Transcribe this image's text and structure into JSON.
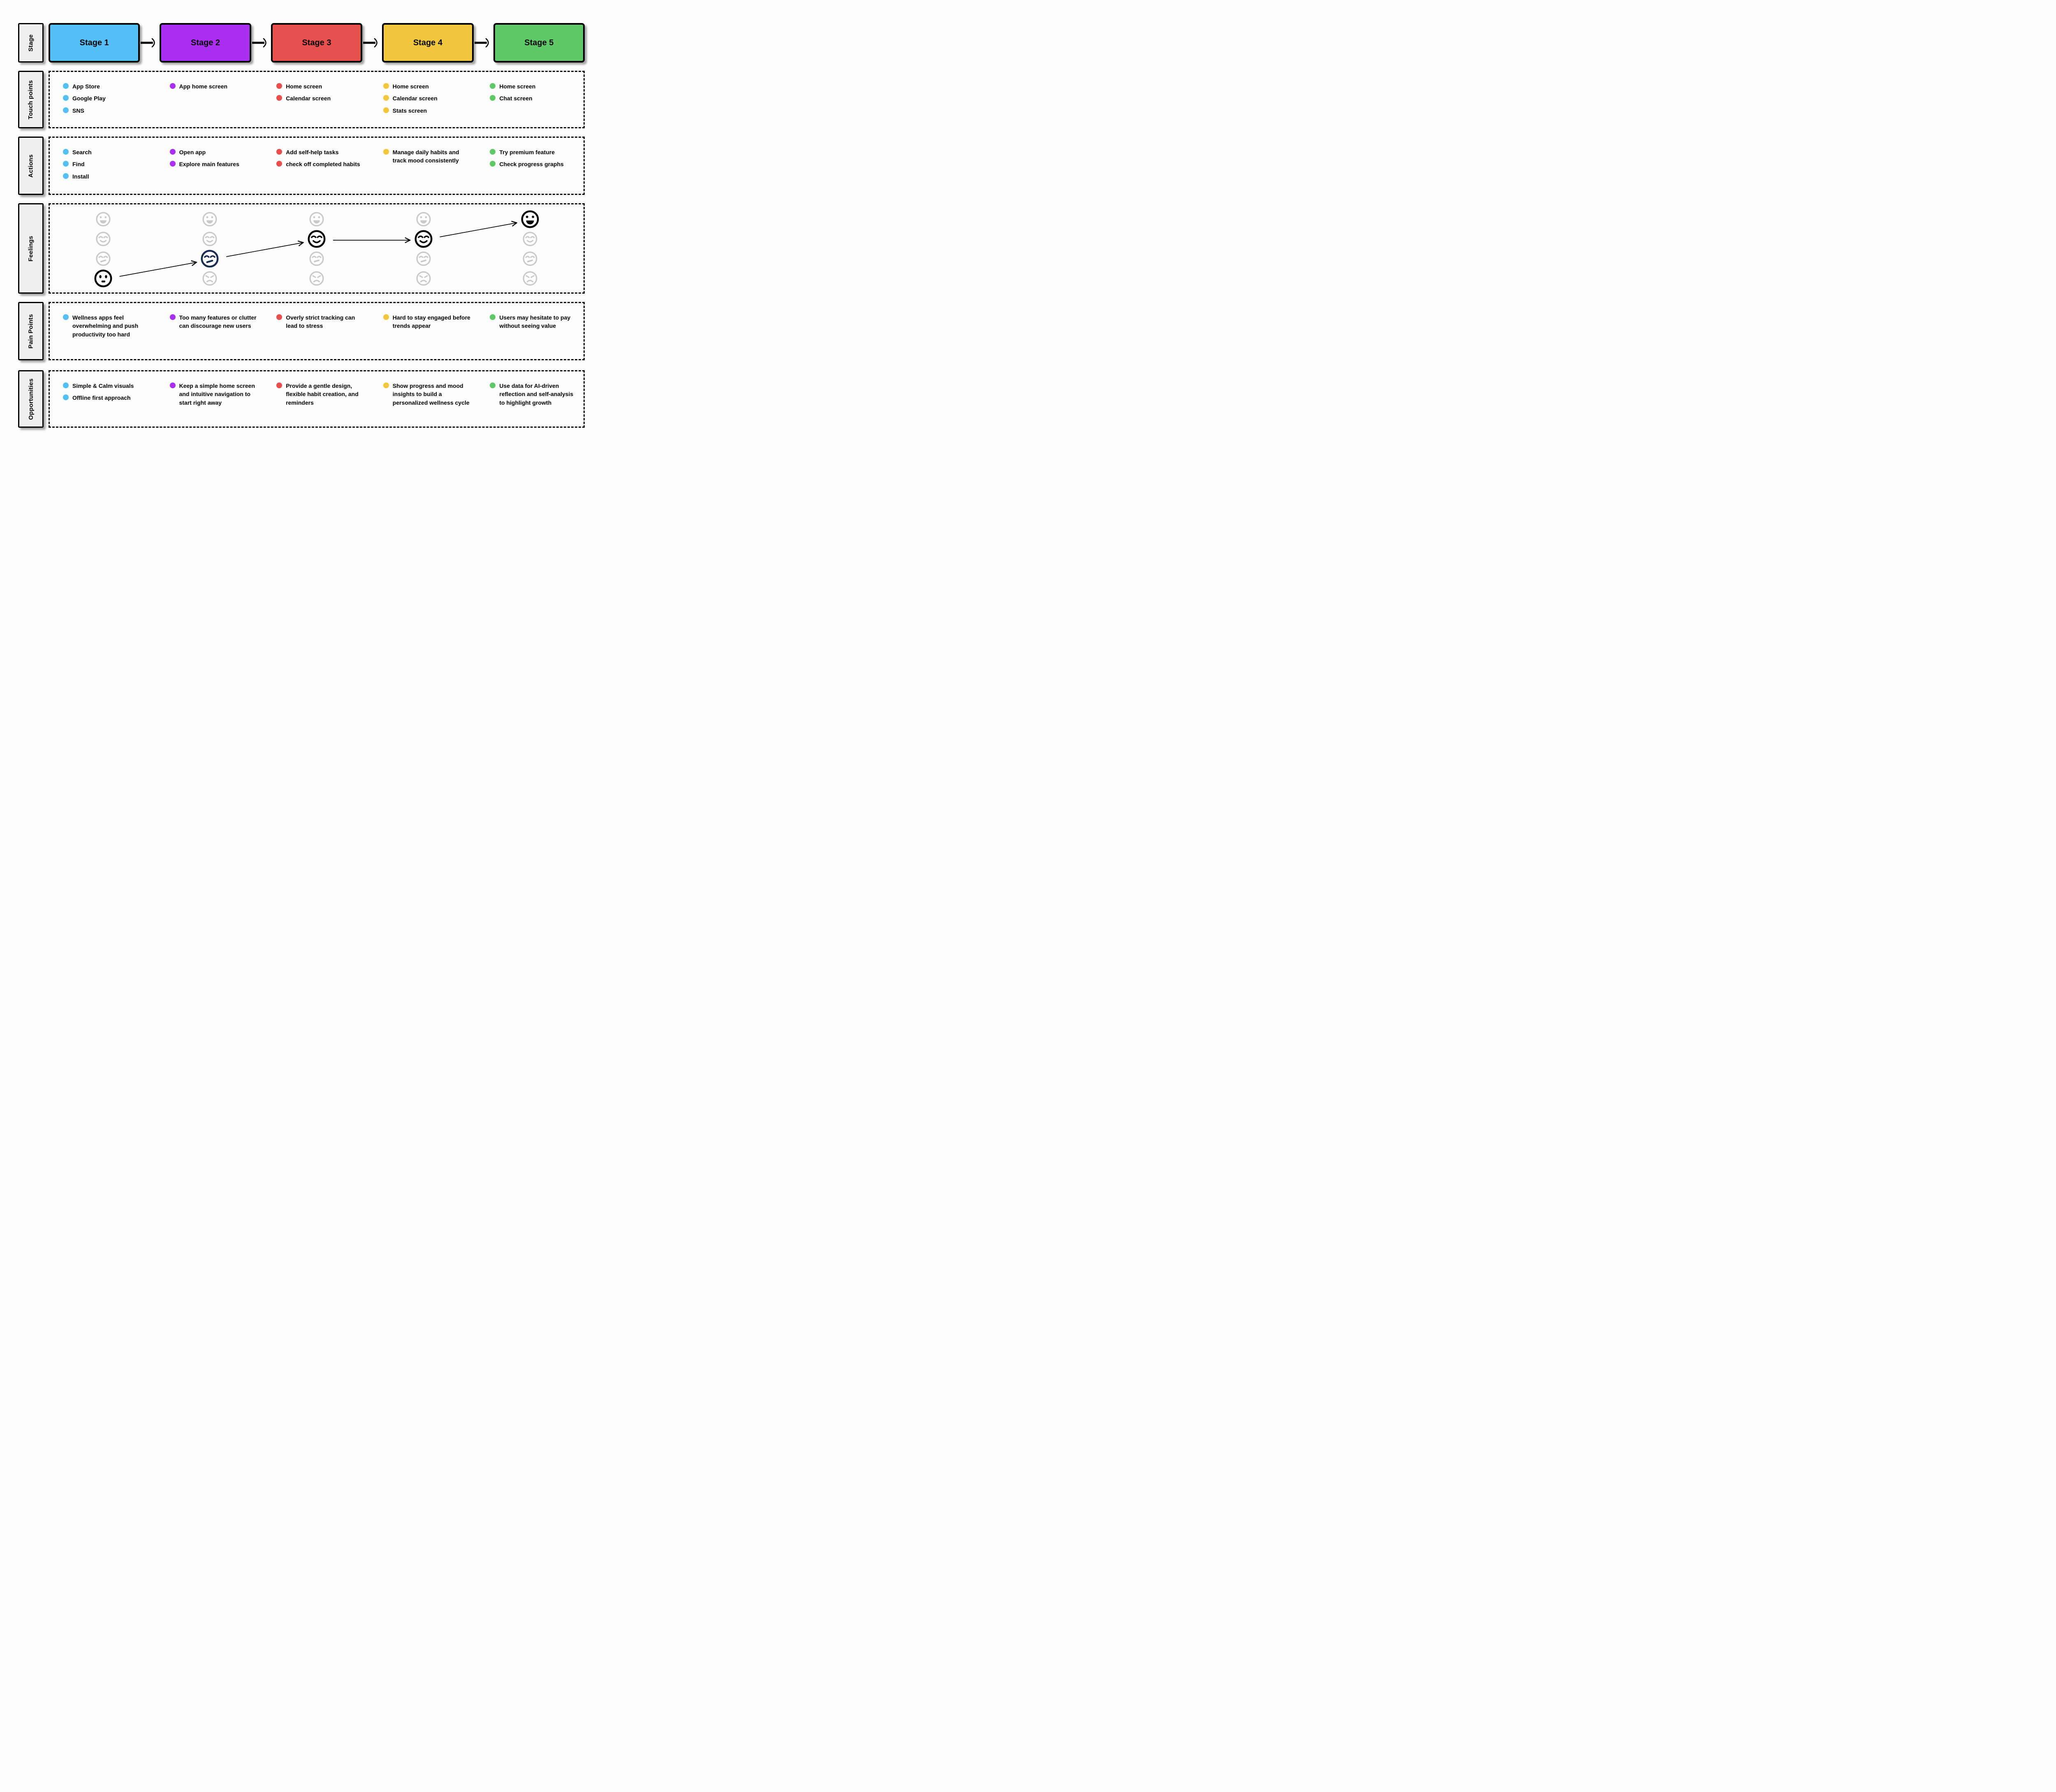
{
  "row_labels": {
    "stage": "Stage",
    "touch_points": "Touch points",
    "actions": "Actions",
    "feelings": "Feelings",
    "pain_points": "Pain Points",
    "opportunities": "Opportunities"
  },
  "icons": {
    "stage_connector": "arrow-right-icon",
    "trend_connector": "trend-arrow-icon",
    "bullet": "bullet-dot-icon"
  },
  "inactive_face_color": "#c9c9c9",
  "feelings_scale": [
    {
      "face": "grin"
    },
    {
      "face": "smile"
    },
    {
      "face": "smirk"
    },
    {
      "face": "angry"
    }
  ],
  "stages": [
    {
      "label": "Stage 1",
      "color": "#54c0f7",
      "touch_points": [
        "App Store",
        "Google Play",
        "SNS"
      ],
      "actions": [
        "Search",
        "Find",
        "Install"
      ],
      "pain_points": [
        "Wellness apps feel overwhelming and push productivity too hard"
      ],
      "opportunities": [
        "Simple & Calm visuals",
        "Offline first approach"
      ],
      "feeling": {
        "level": 4,
        "face": "neutral",
        "color": "#000000"
      }
    },
    {
      "label": "Stage 2",
      "color": "#ab2ff2",
      "touch_points": [
        "App home screen"
      ],
      "actions": [
        "Open app",
        "Explore main features"
      ],
      "pain_points": [
        "Too many features or clutter can discourage new users"
      ],
      "opportunities": [
        "Keep a simple home screen and intuitive navigation to start right away"
      ],
      "feeling": {
        "level": 3,
        "face": "smirk",
        "color": "#1a2b50"
      }
    },
    {
      "label": "Stage 3",
      "color": "#e8504e",
      "touch_points": [
        "Home screen",
        "Calendar screen"
      ],
      "actions": [
        "Add self-help tasks",
        "check off completed habits"
      ],
      "pain_points": [
        "Overly strict tracking can lead to stress"
      ],
      "opportunities": [
        "Provide a gentle design, flexible habit creation, and reminders"
      ],
      "feeling": {
        "level": 2,
        "face": "smile",
        "color": "#000000"
      }
    },
    {
      "label": "Stage 4",
      "color": "#f2c73e",
      "touch_points": [
        "Home screen",
        "Calendar screen",
        "Stats screen"
      ],
      "actions": [
        "Manage daily habits and track mood consistently"
      ],
      "pain_points": [
        "Hard to stay engaged before trends appear"
      ],
      "opportunities": [
        "Show progress and mood insights to build a personalized wellness cycle"
      ],
      "feeling": {
        "level": 2,
        "face": "smile",
        "color": "#000000"
      }
    },
    {
      "label": "Stage 5",
      "color": "#5ec966",
      "touch_points": [
        "Home screen",
        "Chat screen"
      ],
      "actions": [
        "Try premium feature",
        "Check progress graphs"
      ],
      "pain_points": [
        "Users may hesitate to pay without seeing value"
      ],
      "opportunities": [
        "Use data for AI-driven reflection and self-analysis to highlight growth"
      ],
      "feeling": {
        "level": 1,
        "face": "grin",
        "color": "#000000"
      }
    }
  ]
}
